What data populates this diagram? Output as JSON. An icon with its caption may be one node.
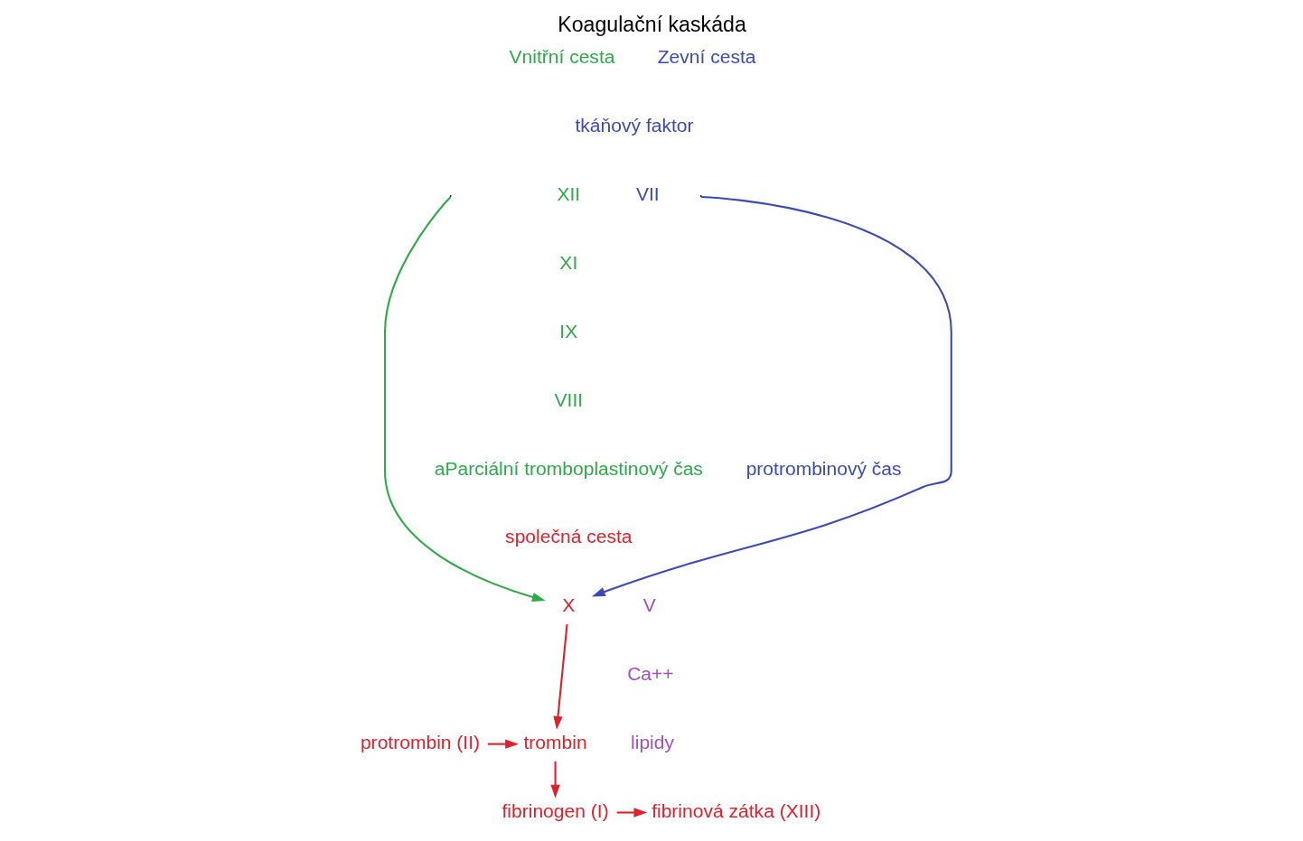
{
  "diagram": {
    "title": "Koagulační kaskáda",
    "nodes": [
      {
        "text": [
          "X"
        ]
      },
      {
        "text": [
          "trombin"
        ]
      },
      {
        "text": [
          "protrombin (II)"
        ]
      },
      {
        "text": [
          "fibrinogen (I)"
        ]
      },
      {
        "text": [
          "fibrinová zátka (XIII)"
        ]
      }
    ],
    "edges": [
      {
        "from": null,
        "to": 0,
        "arrow": "to",
        "color": "#3c4bb4"
      },
      {
        "from": null,
        "to": 0,
        "arrow": "to",
        "color": "#2eaa4a"
      },
      {
        "from": 0,
        "to": 1,
        "arrow": "to"
      },
      {
        "from": 2,
        "to": 1,
        "arrow": "to"
      },
      {
        "from": 1,
        "to": 3,
        "arrow": "to"
      },
      {
        "from": 3,
        "to": 4,
        "arrow": "to"
      }
    ],
    "labels": [
      "Vnitřní cesta",
      "Zevní cesta",
      "tkáňový faktor",
      "XII",
      "VII",
      "XI",
      "IX",
      "VIII",
      "aParciální tromboplastinový čas",
      "protrombinový čas",
      "společná cesta",
      "V",
      "Ca++",
      "lipidy"
    ]
  }
}
